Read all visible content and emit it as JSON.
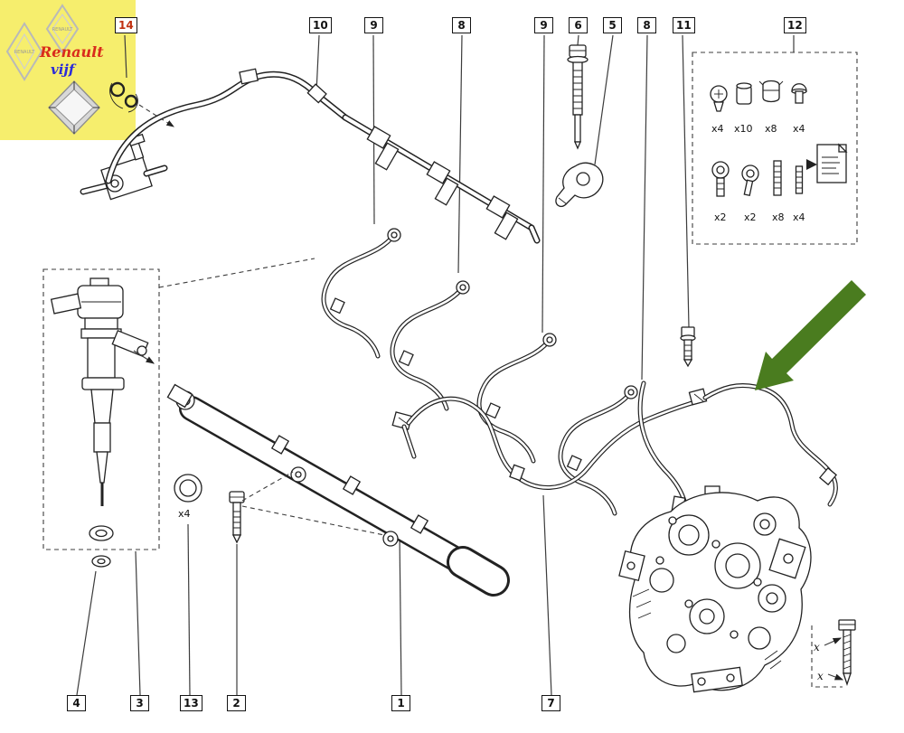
{
  "colors": {
    "arrow_green": "#4a7c1f",
    "highlight_yellow": "#f6ee6d",
    "line_dark": "#222222"
  },
  "logo": {
    "brand": "Renault",
    "sub": "vijf",
    "diamond_text": "RENAULT"
  },
  "callouts": {
    "top": [
      {
        "label": "14"
      },
      {
        "label": "10"
      },
      {
        "label": "9"
      },
      {
        "label": "8"
      },
      {
        "label": "9"
      },
      {
        "label": "6"
      },
      {
        "label": "5"
      },
      {
        "label": "8"
      },
      {
        "label": "11"
      },
      {
        "label": "12"
      }
    ],
    "bottom": [
      {
        "label": "4"
      },
      {
        "label": "3"
      },
      {
        "label": "13"
      },
      {
        "label": "2"
      },
      {
        "label": "1"
      },
      {
        "label": "7"
      }
    ]
  },
  "kit": {
    "row1": [
      {
        "name": "countersunk-screw",
        "qty": "x4"
      },
      {
        "name": "cap-nut",
        "qty": "x10"
      },
      {
        "name": "clip",
        "qty": "x8"
      },
      {
        "name": "sealing-plug",
        "qty": "x4"
      }
    ],
    "row2": [
      {
        "name": "ring-stud",
        "qty": "x2"
      },
      {
        "name": "clamp",
        "qty": "x2"
      },
      {
        "name": "stud",
        "qty": "x8"
      },
      {
        "name": "small-stud",
        "qty": "x4"
      }
    ]
  },
  "labels": {
    "ring_qty": "x4",
    "dim_x": "x"
  }
}
